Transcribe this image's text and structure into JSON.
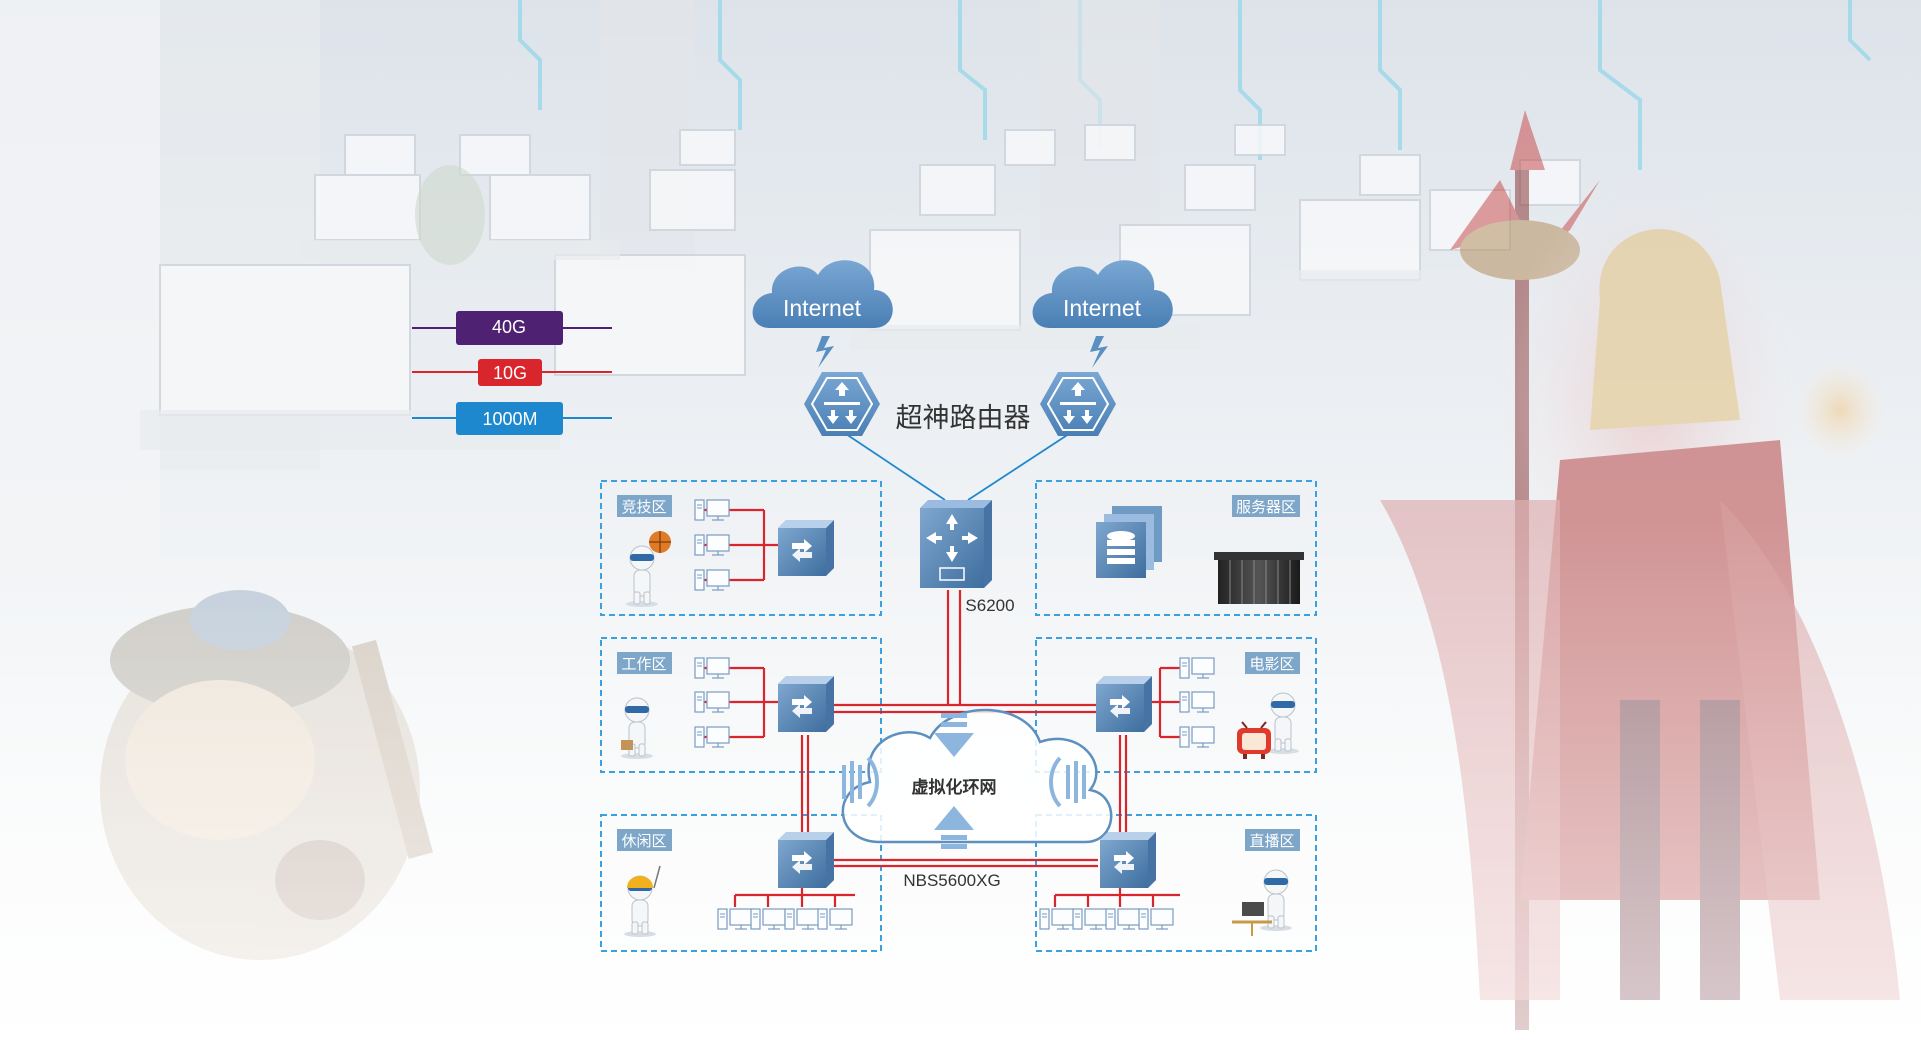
{
  "legend": [
    {
      "label": "40G",
      "color": "#4f2173"
    },
    {
      "label": "10G",
      "color": "#d9252c"
    },
    {
      "label": "1000M",
      "color": "#1e88cf"
    }
  ],
  "clouds": {
    "internet_left": "Internet",
    "internet_right": "Internet",
    "virtual_ring": "虚拟化环网"
  },
  "router_label": "超神路由器",
  "core_switch_label": "S6200",
  "ring_switch_label": "NBS5600XG",
  "zones": {
    "competition": "竞技区",
    "server": "服务器区",
    "work": "工作区",
    "movie": "电影区",
    "leisure": "休闲区",
    "live": "直播区"
  },
  "colors": {
    "line_40g": "#4f2173",
    "line_10g": "#d9252c",
    "line_1000m": "#1e88cf",
    "device_blue": "#4a7fb5",
    "zone_border": "#3aa0e0",
    "zone_tag": "#7ea6c8",
    "cloud_internet": "#5f8fbf"
  }
}
